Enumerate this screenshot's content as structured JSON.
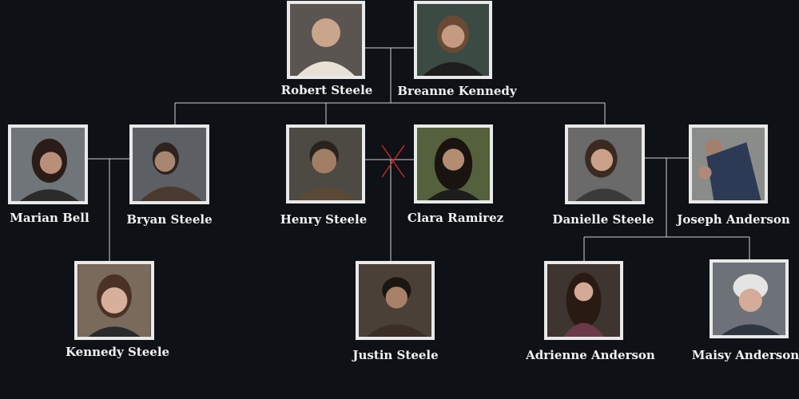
{
  "people": {
    "robert": {
      "name": "Robert Steele"
    },
    "breanne": {
      "name": "Breanne Kennedy"
    },
    "marian": {
      "name": "Marian Bell"
    },
    "bryan": {
      "name": "Bryan Steele"
    },
    "henry": {
      "name": "Henry Steele"
    },
    "clara": {
      "name": "Clara Ramirez"
    },
    "danielle": {
      "name": "Danielle Steele"
    },
    "joseph": {
      "name": "Joseph Anderson"
    },
    "kennedy": {
      "name": "Kennedy Steele"
    },
    "justin": {
      "name": "Justin Steele"
    },
    "adrienne": {
      "name": "Adrienne Anderson"
    },
    "maisy": {
      "name": "Maisy Anderson"
    }
  },
  "colors": {
    "background": "#0e1115",
    "connector": "#d0d0d0",
    "frame": "#e9e9e9",
    "separation_mark": "#c62828"
  }
}
